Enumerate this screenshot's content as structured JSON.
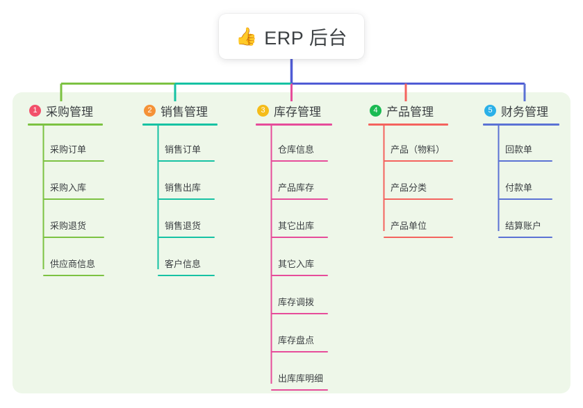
{
  "root": {
    "icon": "thumbs-up-icon",
    "emoji": "👍",
    "title": "ERP 后台"
  },
  "palette": {
    "panel_background": "#eef7e9",
    "page_background": "#ffffff",
    "root_line": "#4f5bd5",
    "text": "#3c4043"
  },
  "columns": [
    {
      "number": "1",
      "title": "采购管理",
      "badge_color": "#f2506a",
      "line_color": "#7cc242",
      "items": [
        "采购订单",
        "采购入库",
        "采购退货",
        "供应商信息"
      ]
    },
    {
      "number": "2",
      "title": "销售管理",
      "badge_color": "#f59237",
      "line_color": "#16c2a3",
      "items": [
        "销售订单",
        "销售出库",
        "销售退货",
        "客户信息"
      ]
    },
    {
      "number": "3",
      "title": "库存管理",
      "badge_color": "#f5bc1a",
      "line_color": "#e64c9a",
      "items": [
        "仓库信息",
        "产品库存",
        "其它出库",
        "其它入库",
        "库存调拨",
        "库存盘点",
        "出库库明细"
      ]
    },
    {
      "number": "4",
      "title": "产品管理",
      "badge_color": "#1aba52",
      "line_color": "#f4635e",
      "items": [
        "产品（物料）",
        "产品分类",
        "产品单位"
      ]
    },
    {
      "number": "5",
      "title": "财务管理",
      "badge_color": "#2ab0e8",
      "line_color": "#5b72d4",
      "items": [
        "回款单",
        "付款单",
        "结算账户"
      ]
    }
  ]
}
